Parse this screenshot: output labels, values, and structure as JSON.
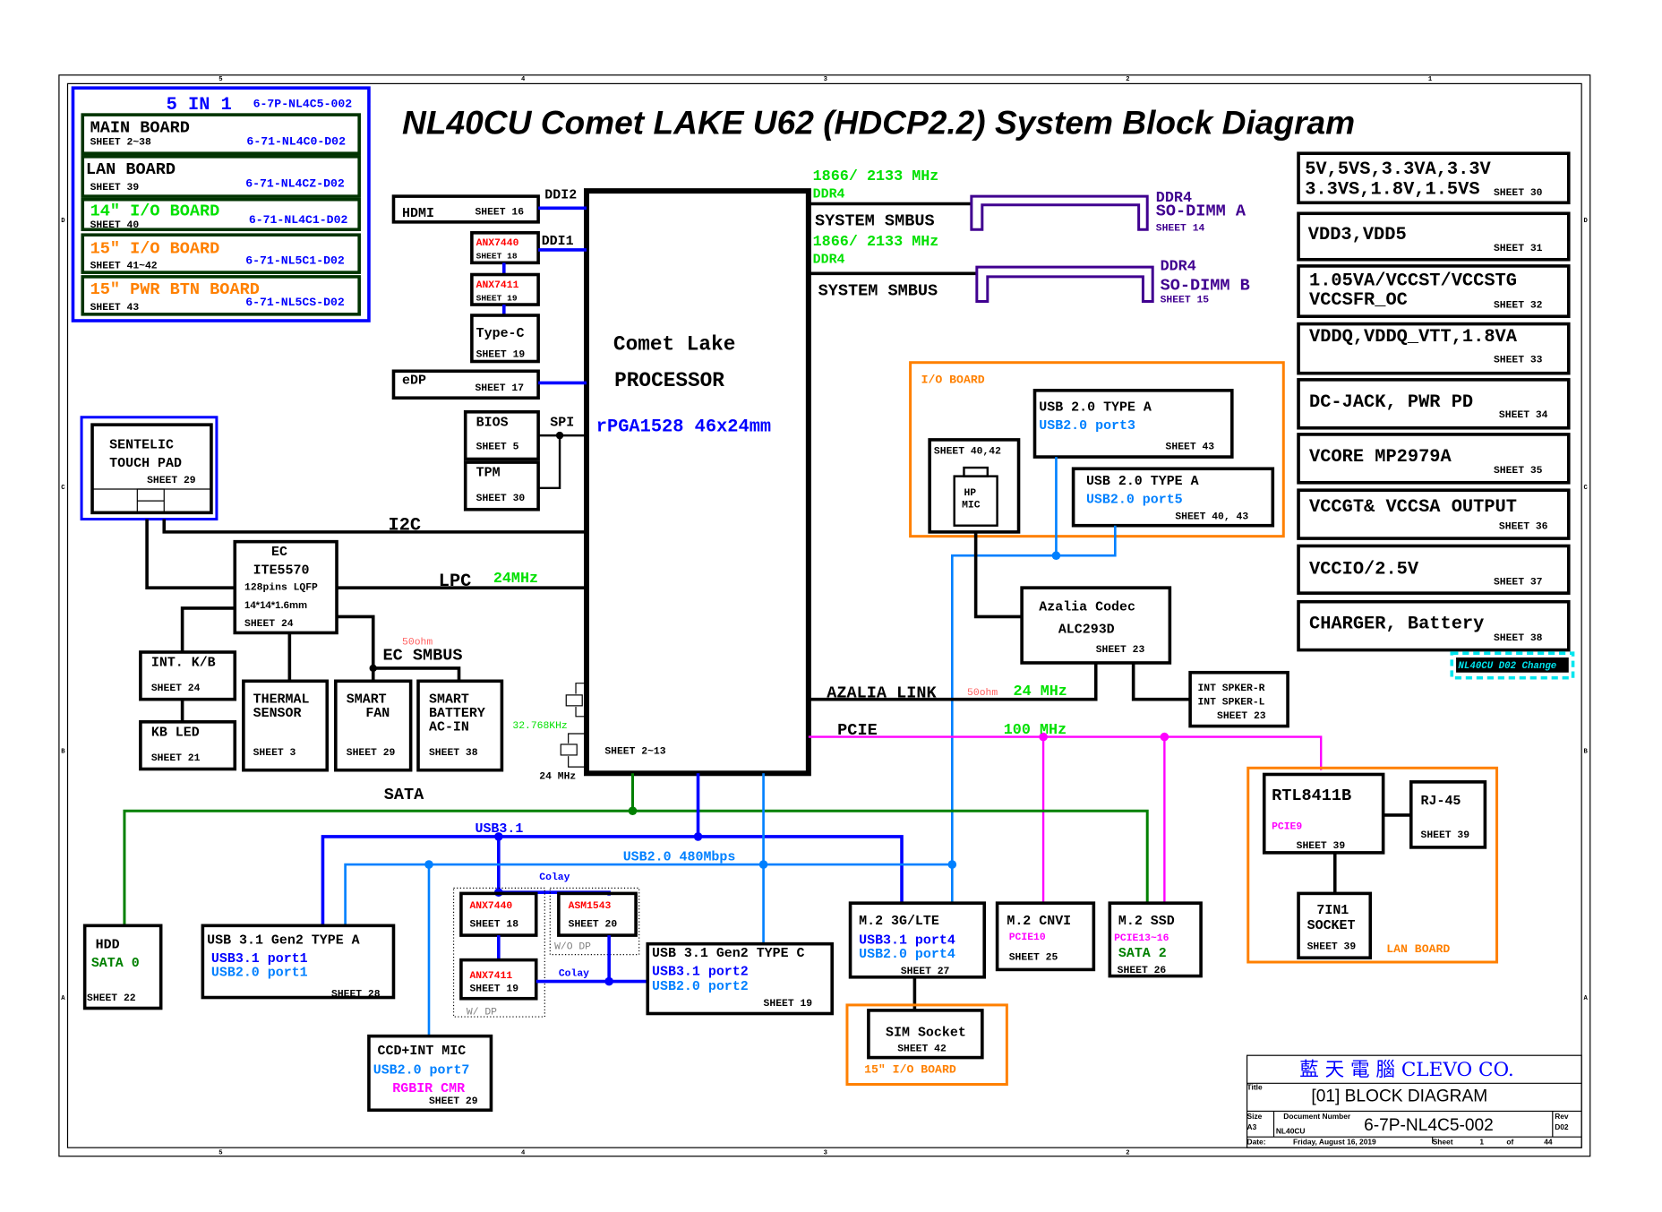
{
  "title": "NL40CU Comet LAKE U62 (HDCP2.2) System Block Diagram",
  "frame": {
    "columns": [
      "5",
      "4",
      "3",
      "2",
      "1"
    ],
    "rows": [
      "D",
      "C",
      "B",
      "A"
    ]
  },
  "boards": {
    "header": "5 IN 1",
    "code": "6-7P-NL4C5-002",
    "items": [
      {
        "name": "MAIN BOARD",
        "sheet": "SHEET 2~38",
        "code": "6-71-NL4C0-D02"
      },
      {
        "name": "LAN BOARD",
        "sheet": "SHEET 39",
        "code": "6-71-NL4CZ-D02"
      },
      {
        "name": "14\" I/O BOARD",
        "sheet": "SHEET 40",
        "code": "6-71-NL4C1-D02"
      },
      {
        "name": "15\" I/O BOARD",
        "sheet": "SHEET 41~42",
        "code": "6-71-NL5C1-D02"
      },
      {
        "name": "15\" PWR BTN BOARD",
        "sheet": "SHEET 43",
        "code": "6-71-NL5CS-D02"
      }
    ]
  },
  "processor": {
    "l1": "Comet Lake",
    "l2": "PROCESSOR",
    "pkg": "rPGA1528 46x24mm",
    "sheet": "SHEET 2~13"
  },
  "display": {
    "hdmi": "HDMI",
    "hdmi_sheet": "SHEET 16",
    "ddi2": "DDI2",
    "ddi1": "DDI1",
    "anx7440": "ANX7440",
    "anx7440_sheet": "SHEET 18",
    "anx7411": "ANX7411",
    "anx7411_sheet": "SHEET 19",
    "typec": "Type-C",
    "typec_sheet": "SHEET 19",
    "edp": "eDP",
    "edp_sheet": "SHEET 17"
  },
  "spi": {
    "label": "SPI",
    "bios": "BIOS",
    "bios_sheet": "SHEET 5",
    "tpm": "TPM",
    "tpm_sheet": "SHEET 30"
  },
  "touchpad": {
    "l1": "SENTELIC",
    "l2": "TOUCH PAD",
    "sheet": "SHEET 29"
  },
  "i2c": "I2C",
  "ec": {
    "l1": "EC",
    "l2": "ITE5570",
    "l3": "128pins LQFP",
    "l4": "14*14*1.6mm",
    "sheet": "SHEET 24",
    "lpc": "LPC",
    "lpc_freq": "24MHz",
    "smbus": "EC SMBUS",
    "ohm": "50ohm"
  },
  "ec_periph": {
    "kb": "INT. K/B",
    "kb_sheet": "SHEET 24",
    "kbled": "KB LED",
    "kbled_sheet": "SHEET 21",
    "thermal1": "THERMAL",
    "thermal2": "SENSOR",
    "thermal_sheet": "SHEET 3",
    "fan1": "SMART",
    "fan2": "FAN",
    "fan_sheet": "SHEET 29",
    "bat1": "SMART",
    "bat2": "BATTERY",
    "bat3": "AC-IN",
    "bat_sheet": "SHEET 38"
  },
  "clocks": {
    "rtc": "32.768KHz",
    "main": "24 MHz"
  },
  "memory": {
    "freq": "1866/ 2133 MHz",
    "ddr": "DDR4",
    "smbus": "SYSTEM SMBUS",
    "a1": "DDR4",
    "a2": "SO-DIMM A",
    "a_sheet": "SHEET 14",
    "b1": "DDR4",
    "b2": "SO-DIMM B",
    "b_sheet": "SHEET 15"
  },
  "power": [
    {
      "l1": "5V,5VS,3.3VA,3.3V",
      "l2": "3.3VS,1.8V,1.5VS",
      "sheet": "SHEET 30"
    },
    {
      "l1": "VDD3,VDD5",
      "l2": "",
      "sheet": "SHEET 31"
    },
    {
      "l1": "1.05VA/VCCST/VCCSTG",
      "l2": "VCCSFR_OC",
      "sheet": "SHEET 32"
    },
    {
      "l1": "VDDQ,VDDQ_VTT,1.8VA",
      "l2": "",
      "sheet": "SHEET 33"
    },
    {
      "l1": "DC-JACK, PWR PD",
      "l2": "",
      "sheet": "SHEET 34"
    },
    {
      "l1": "VCORE MP2979A",
      "l2": "",
      "sheet": "SHEET 35"
    },
    {
      "l1": "VCCGT& VCCSA OUTPUT",
      "l2": "",
      "sheet": "SHEET 36"
    },
    {
      "l1": "VCCIO/2.5V",
      "l2": "",
      "sheet": "SHEET 37"
    },
    {
      "l1": "CHARGER, Battery",
      "l2": "",
      "sheet": "SHEET 38"
    }
  ],
  "change_note": "NL40CU D02 Change",
  "io_board": {
    "label": "I/O BOARD",
    "hpmic_sheet": "SHEET 40,42",
    "hp": "HP",
    "mic": "MIC",
    "usb_a1": "USB 2.0 TYPE A",
    "usb_a1_port": "USB2.0 port3",
    "usb_a1_sheet": "SHEET 43",
    "usb_a2": "USB 2.0 TYPE A",
    "usb_a2_port": "USB2.0 port5",
    "usb_a2_sheet": "SHEET 40, 43"
  },
  "audio": {
    "codec1": "Azalia Codec",
    "codec2": "ALC293D",
    "codec_sheet": "SHEET 23",
    "link": "AZALIA LINK",
    "ohm": "50ohm",
    "freq": "24 MHz",
    "spk_r": "INT SPKER-R",
    "spk_l": "INT SPKER-L",
    "spk_sheet": "SHEET 23"
  },
  "pcie": {
    "label": "PCIE",
    "freq": "100 MHz"
  },
  "lan_board": {
    "chip": "RTL8411B",
    "chip_pcie": "PCIE9",
    "chip_sheet": "SHEET 39",
    "rj45": "RJ-45",
    "rj45_sheet": "SHEET 39",
    "card1": "7IN1",
    "card2": "SOCKET",
    "card_sheet": "SHEET 39",
    "label": "LAN BOARD"
  },
  "buses": {
    "sata": "SATA",
    "usb31": "USB3.1",
    "usb20": "USB2.0 480Mbps",
    "colay": "Colay"
  },
  "bottom": {
    "hdd": "HDD",
    "hdd_sata": "SATA 0",
    "hdd_sheet": "SHEET 22",
    "typea1": "USB 3.1 Gen2 TYPE A",
    "typea2": "USB3.1 port1",
    "typea3": "USB2.0 port1",
    "typea_sheet": "SHEET 28",
    "ccd1": "CCD+INT MIC",
    "ccd2": "USB2.0 port7",
    "ccd3": "RGBIR CMR",
    "ccd_sheet": "SHEET 29",
    "anx7440": "ANX7440",
    "anx7440_sheet": "SHEET 18",
    "anx7411": "ANX7411",
    "anx7411_sheet": "SHEET 19",
    "asm1543": "ASM1543",
    "asm1543_sheet": "SHEET 20",
    "wodp": "W/O DP",
    "wdp": "W/ DP",
    "typec1": "USB 3.1 Gen2 TYPE C",
    "typec2": "USB3.1 port2",
    "typec3": "USB2.0 port2",
    "typec_sheet": "SHEET 19",
    "m2lte1": "M.2 3G/LTE",
    "m2lte2": "USB3.1 port4",
    "m2lte3": "USB2.0 port4",
    "m2lte_sheet": "SHEET 27",
    "cnvi1": "M.2 CNVI",
    "cnvi2": "PCIE10",
    "cnvi_sheet": "SHEET 25",
    "ssd1": "M.2 SSD",
    "ssd2": "PCIE13~16",
    "ssd3": "SATA 2",
    "ssd_sheet": "SHEET 26",
    "sim1": "SIM Socket",
    "sim_sheet": "SHEET 42",
    "sim_board": "15\" I/O BOARD"
  },
  "titleblock": {
    "company": "藍 天 電 腦  CLEVO CO.",
    "title_label": "Title",
    "title": "[01] BLOCK DIAGRAM",
    "size_label": "Size",
    "size": "A3",
    "docnum_label": "Document Number",
    "project": "NL40CU",
    "docnum": "6-7P-NL4C5-002",
    "rev_label": "Rev",
    "rev": "D02",
    "date_label": "Date:",
    "date": "Friday, August 16, 2019",
    "sheet_label": "Sheet",
    "sheet": "1",
    "of_label": "of",
    "total": "44"
  },
  "colors": {
    "usb31": "#0000ff",
    "usb20": "#0080ff",
    "sata": "#008000",
    "pcie": "#ff00ff",
    "io_board": "#ff8000",
    "dimm": "#400090"
  }
}
